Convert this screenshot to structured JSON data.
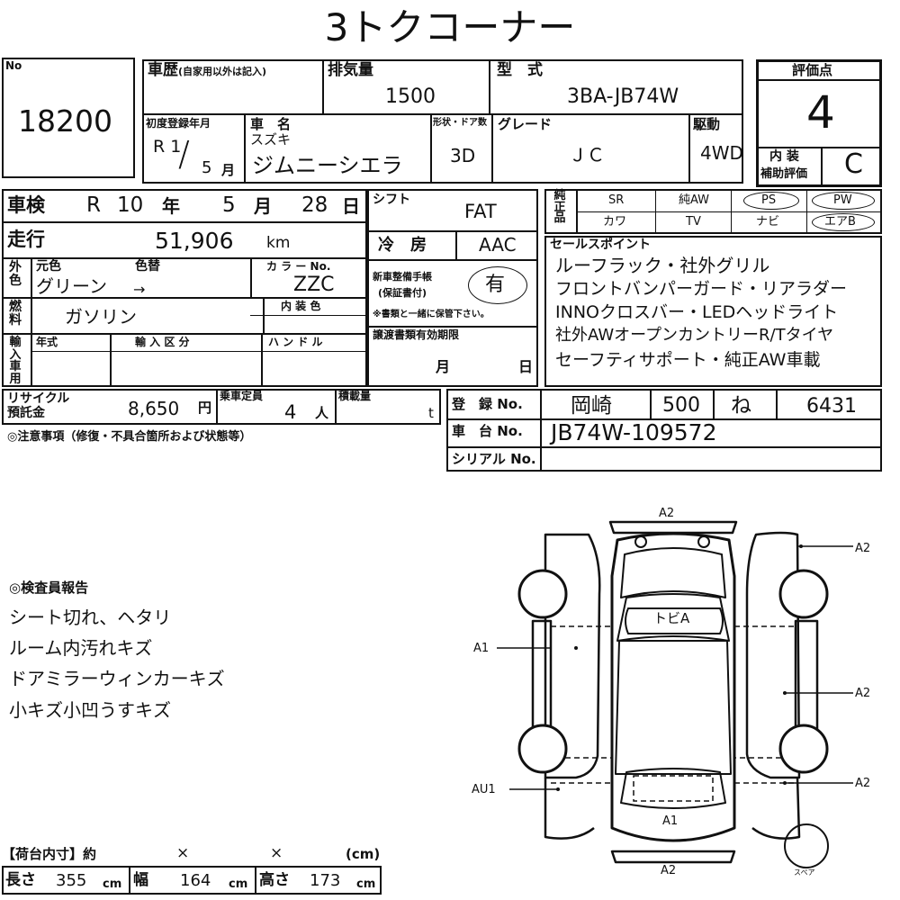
{
  "title": "3トクコーナー",
  "lot": {
    "label": "No",
    "number": "18200"
  },
  "history": {
    "label": "車歴",
    "note": "(自家用以外は記入)"
  },
  "displacement": {
    "label": "排気量",
    "value": "1500"
  },
  "model": {
    "label": "型　式",
    "value": "3BA-JB74W"
  },
  "rating": {
    "label": "評価点",
    "value": "4",
    "interior_label_1": "内 装",
    "interior_label_2": "補助評価",
    "interior_value": "C"
  },
  "first_reg": {
    "label": "初度登録年月",
    "era_year": "R 1",
    "slash": "/",
    "month": "5",
    "month_unit": "月"
  },
  "car_name": {
    "label": "車　名",
    "maker": "スズキ",
    "value": "ジムニーシエラ"
  },
  "doors": {
    "label": "形状・ドア数",
    "value": "3D"
  },
  "grade": {
    "label": "グレード",
    "value": "ＪＣ"
  },
  "drive": {
    "label": "駆動",
    "value": "4WD"
  },
  "inspection": {
    "label": "車検",
    "era": "R",
    "year": "10",
    "year_unit": "年",
    "month": "5",
    "month_unit": "月",
    "day": "28",
    "day_unit": "日"
  },
  "shift": {
    "label": "シフト",
    "value": "FAT"
  },
  "mileage": {
    "label": "走行",
    "value": "51,906",
    "unit": "km"
  },
  "ac": {
    "label": "冷　房",
    "value": "AAC"
  },
  "color": {
    "side_label": "外色",
    "original_label": "元色",
    "repaint_label": "色替",
    "original_value": "グリーン",
    "arrow": "→",
    "code_label": "カ ラ ー No.",
    "code_value": "ZZC",
    "interior_label": "内 装 色"
  },
  "fuel": {
    "label": "燃料",
    "value": "ガソリン"
  },
  "warranty": {
    "label_1": "新車整備手帳",
    "label_2": "(保証書付)",
    "value": "有",
    "note": "※書類と一緒に保管下さい。"
  },
  "import": {
    "label": "輸入車用",
    "year_label": "年式",
    "class_label": "輸 入 区 分",
    "handle_label": "ハ ン ド ル"
  },
  "transfer": {
    "label": "譲渡書類有効期限",
    "month_unit": "月",
    "day_unit": "日"
  },
  "equipment": {
    "label": "純正品",
    "row1": [
      "SR",
      "純AW",
      "PS",
      "PW"
    ],
    "row2": [
      "カワ",
      "TV",
      "ナビ",
      "エアB"
    ]
  },
  "sales_points": {
    "label": "セールスポイント",
    "lines": [
      "ルーフラック・社外グリル",
      "フロントバンパーガード・リアラダー",
      "INNOクロスバー・LEDヘッドライト",
      "社外AWオープンカントリーR/Tタイヤ",
      "セーフティサポート・純正AW車載"
    ]
  },
  "recycle": {
    "label_1": "リサイクル",
    "label_2": "預託金",
    "value": "8,650",
    "unit": "円"
  },
  "capacity": {
    "label": "乗車定員",
    "value": "4",
    "unit": "人"
  },
  "load": {
    "label": "積載量",
    "unit": "t"
  },
  "registration": {
    "label": "登　録 No.",
    "place": "岡崎",
    "class": "500",
    "kana": "ね",
    "number": "6431"
  },
  "chassis": {
    "label": "車　台 No.",
    "value": "JB74W-109572"
  },
  "serial": {
    "label": "シリアル No."
  },
  "notes_label": "◎注意事項（修復・不具合箇所および状態等）",
  "inspector": {
    "label": "◎検査員報告",
    "lines": [
      "シート切れ、ヘタリ",
      "ルーム内汚れキズ",
      "ドアミラーウィンカーキズ",
      "小キズ小凹うすキズ"
    ]
  },
  "cargo": {
    "label": "【荷台内寸】約",
    "x1": "×",
    "x2": "×",
    "unit_hdr": "(cm)",
    "length_label": "長さ",
    "length": "355",
    "width_label": "幅",
    "width": "164",
    "height_label": "高さ",
    "height": "173",
    "unit": "cm"
  },
  "diagram": {
    "top": "A2",
    "right_top": "A2",
    "right_mid": "A2",
    "right_bot": "A2",
    "left_mid": "A1",
    "left_bot": "AU1",
    "rear_inner": "A1",
    "bottom": "A2",
    "roof_note": "トビA",
    "spare": "スペア"
  }
}
